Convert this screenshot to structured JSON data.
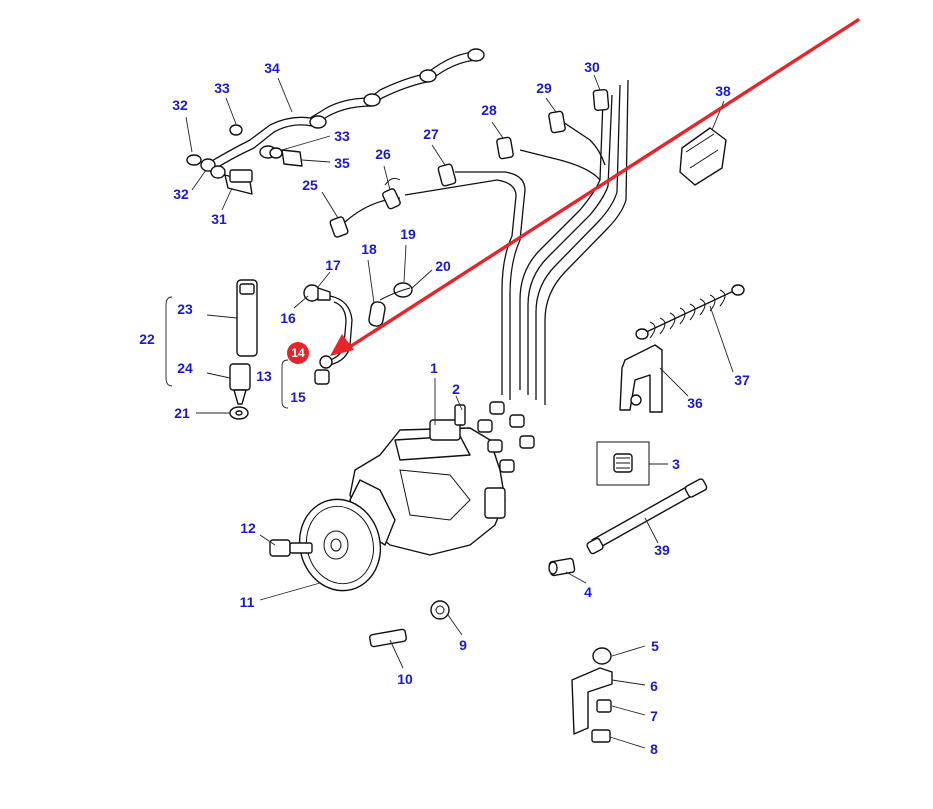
{
  "diagram": {
    "callouts": [
      "1",
      "2",
      "3",
      "4",
      "5",
      "6",
      "7",
      "8",
      "9",
      "10",
      "11",
      "12",
      "13",
      "15",
      "16",
      "17",
      "18",
      "19",
      "20",
      "21",
      "22",
      "23",
      "24",
      "25",
      "26",
      "27",
      "28",
      "29",
      "30",
      "31",
      "32",
      "32",
      "33",
      "33",
      "34",
      "35",
      "36",
      "37",
      "38",
      "39"
    ],
    "highlighted_callout": "14",
    "colors": {
      "callout_text": "#1a1acc",
      "highlight_marker": "#e8232a",
      "arrow": "#e8232a",
      "linework": "#111111"
    }
  }
}
